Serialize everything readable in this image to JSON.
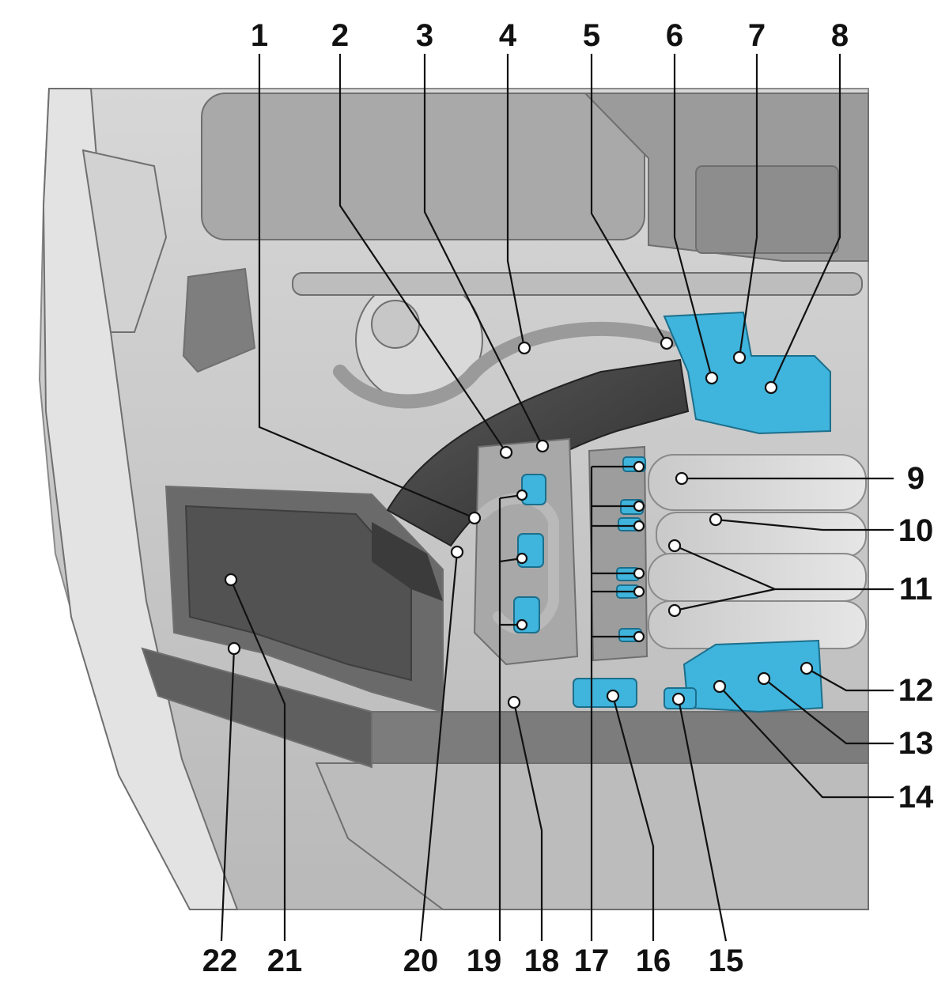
{
  "diagram": {
    "callouts": {
      "c1": "1",
      "c2": "2",
      "c3": "3",
      "c4": "4",
      "c5": "5",
      "c6": "6",
      "c7": "7",
      "c8": "8",
      "c9": "9",
      "c10": "10",
      "c11": "11",
      "c12": "12",
      "c13": "13",
      "c14": "14",
      "c15": "15",
      "c16": "16",
      "c17": "17",
      "c18": "18",
      "c19": "19",
      "c20": "20",
      "c21": "21",
      "c22": "22"
    },
    "highlight_color": "#3fb4dc"
  }
}
